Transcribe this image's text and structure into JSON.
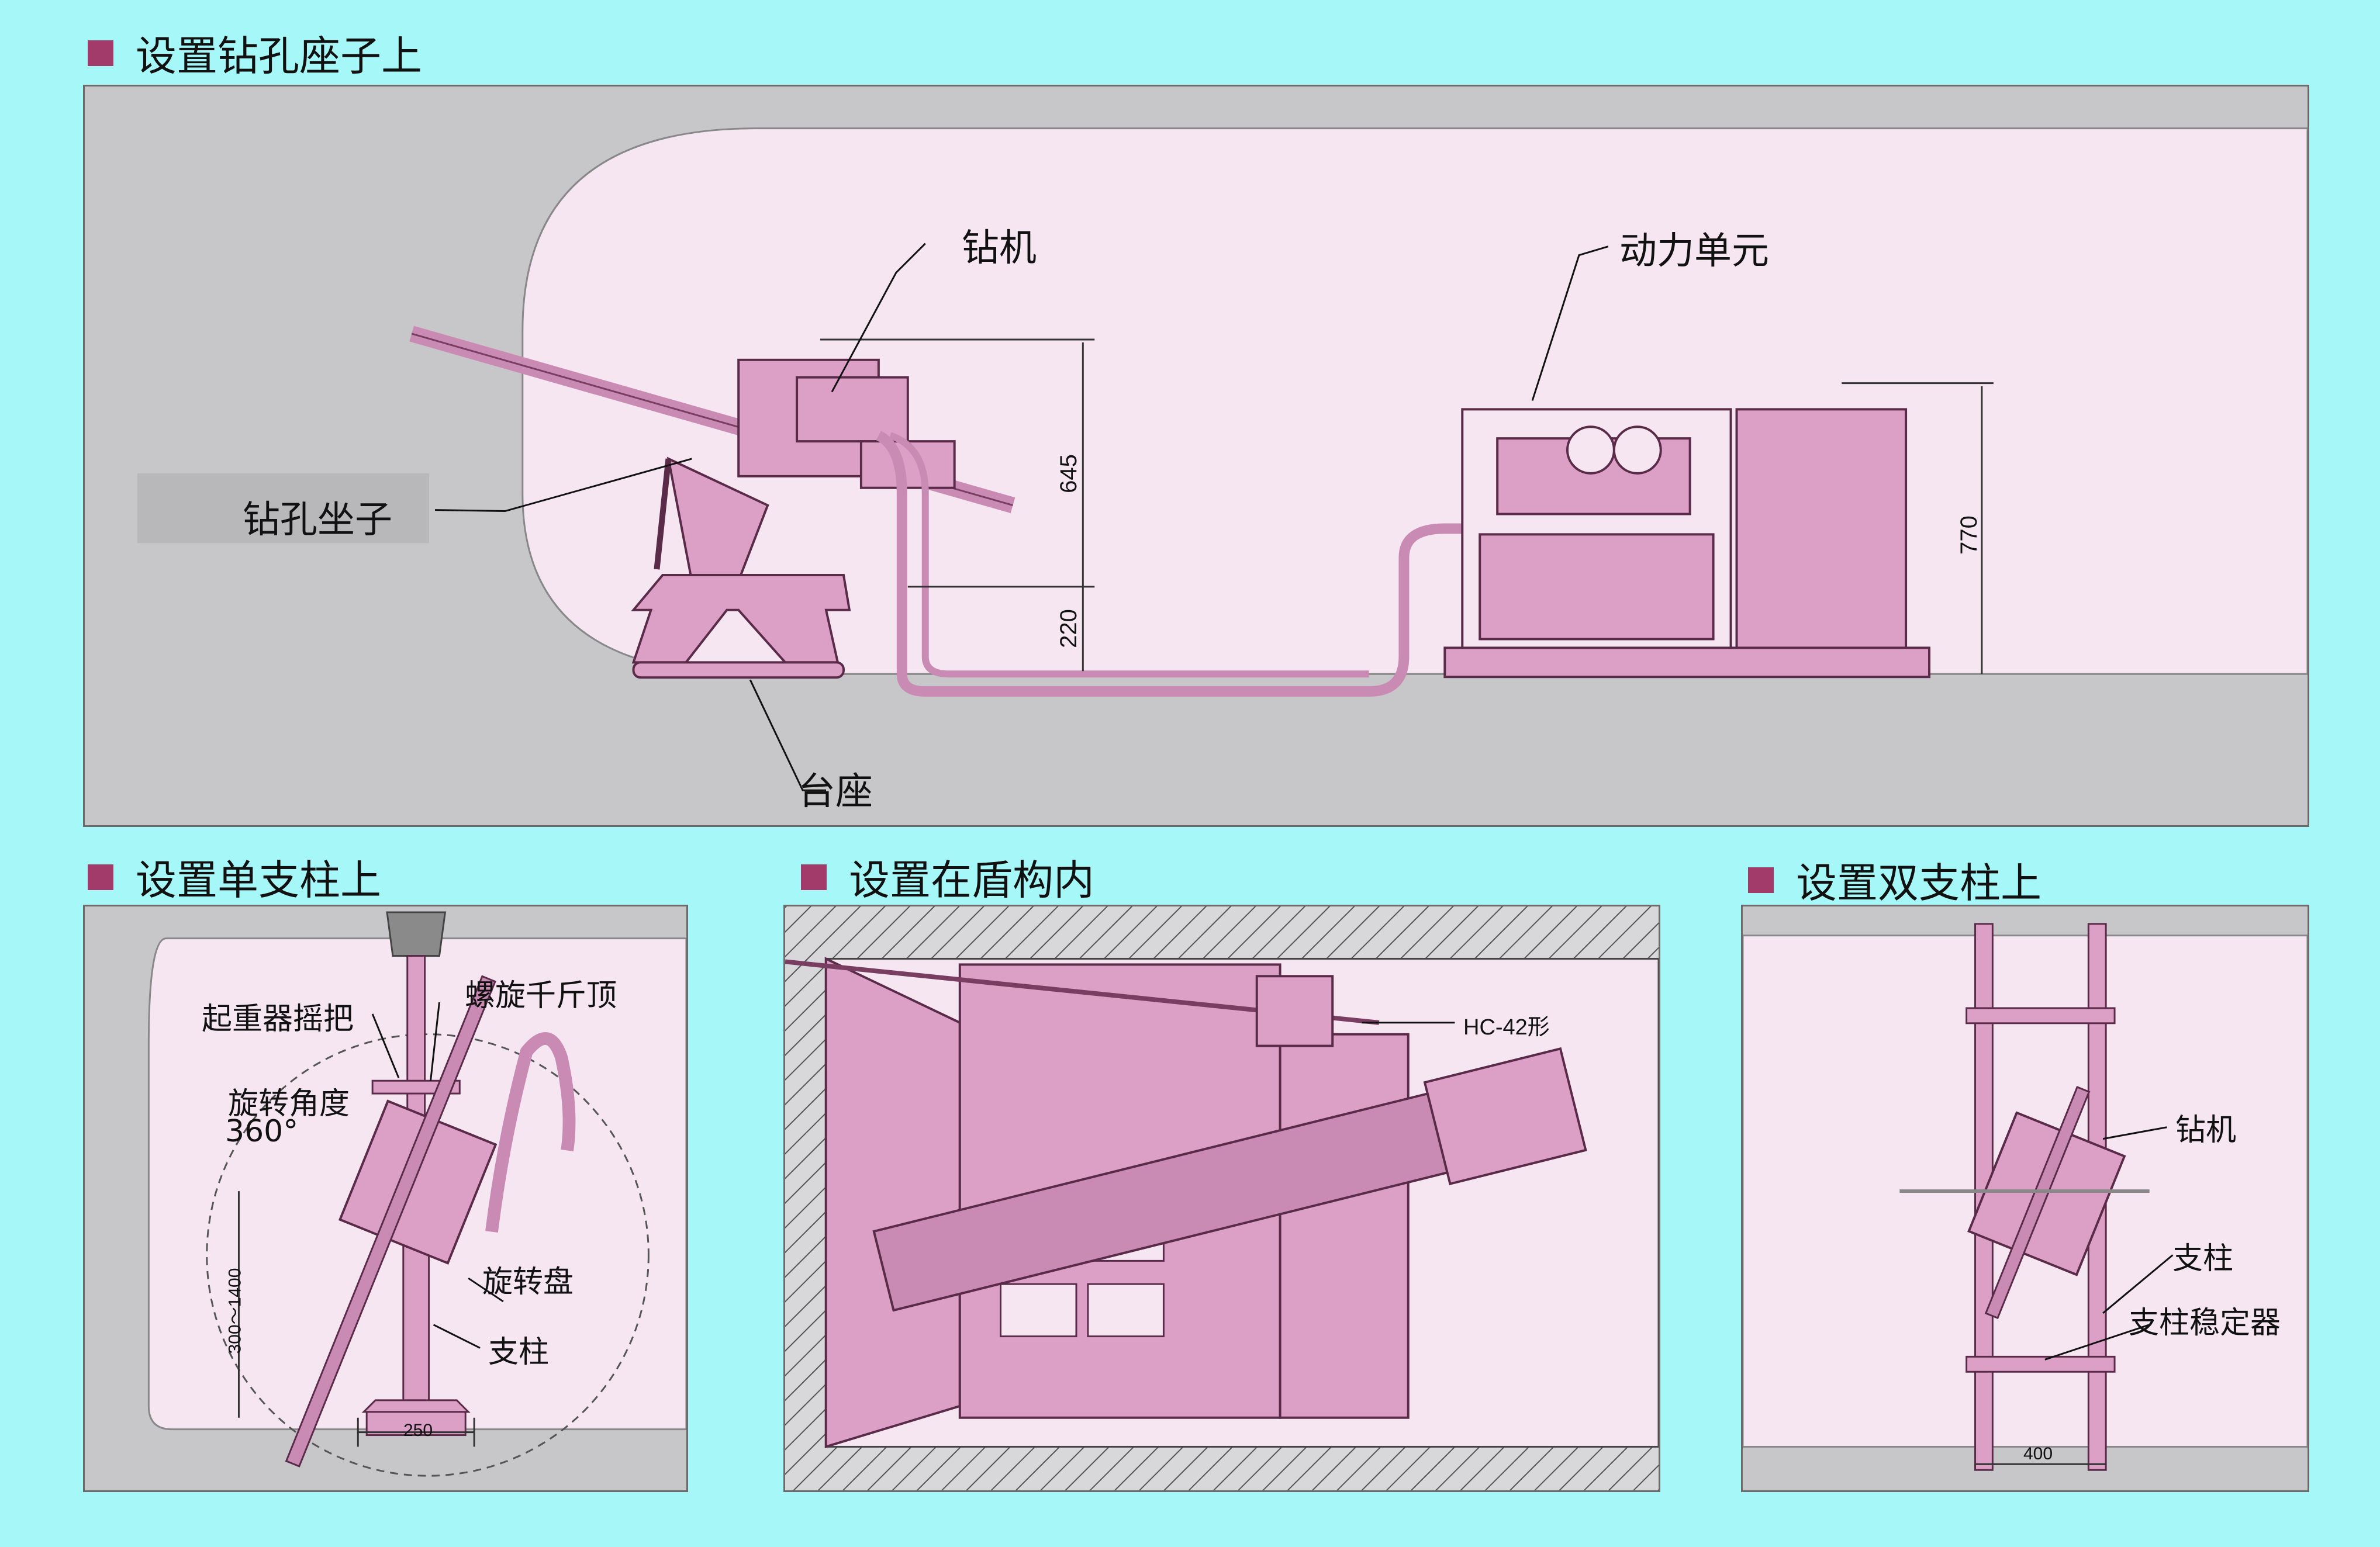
{
  "sections": {
    "top": {
      "title": "设置钻孔座子上"
    },
    "bottom_left": {
      "title": "设置单支柱上"
    },
    "bottom_mid": {
      "title": "设置在盾构内"
    },
    "bottom_right": {
      "title": "设置双支柱上"
    }
  },
  "top_panel": {
    "labels": {
      "drill": "钻机",
      "power_unit": "动力单元",
      "drill_seat": "钻孔坐子",
      "base": "台座"
    },
    "dimensions": {
      "height_645": "645",
      "height_220": "220",
      "height_770": "770"
    }
  },
  "single_column_panel": {
    "labels": {
      "crank": "起重器摇把",
      "screw_jack": "螺旋千斤顶",
      "rotation_angle": "旋转角度",
      "rotation_value": "360°",
      "rotary_plate": "旋转盘",
      "column": "支柱"
    },
    "dimensions": {
      "height_range": "300～1400",
      "width_250": "250"
    }
  },
  "shield_panel": {
    "labels": {
      "model": "HC-42形"
    }
  },
  "double_column_panel": {
    "labels": {
      "drill": "钻机",
      "column": "支柱",
      "stabilizer": "支柱稳定器"
    },
    "dimensions": {
      "width_400": "400"
    }
  },
  "colors": {
    "background": "#a6f8f8",
    "panel_gray": "#c7c7c9",
    "tunnel_fill": "#f6e6f2",
    "machine_pink": "#dca0c6",
    "bullet": "#a23a6a"
  }
}
